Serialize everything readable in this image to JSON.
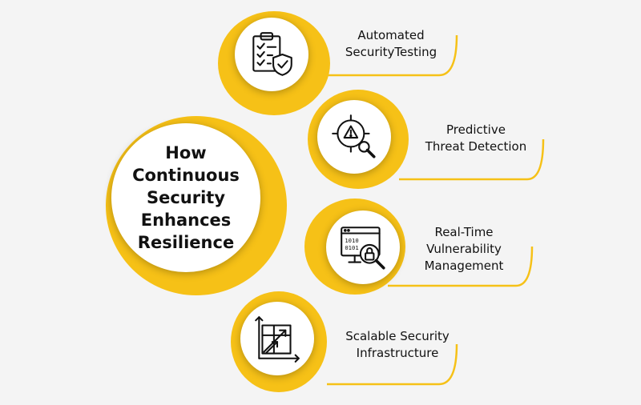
{
  "title_lines": [
    "How",
    "Continuous",
    "Security",
    "Enhances",
    "Resilience"
  ],
  "items": [
    {
      "icon": "clipboard-shield-icon",
      "lines": [
        "Automated",
        "SecurityTesting"
      ]
    },
    {
      "icon": "target-search-icon",
      "lines": [
        "Predictive",
        "Threat Detection"
      ]
    },
    {
      "icon": "monitor-lock-search-icon",
      "lines": [
        "Real-Time",
        "Vulnerability",
        "Management"
      ]
    },
    {
      "icon": "growth-chart-icon",
      "lines": [
        "Scalable Security",
        "Infrastructure"
      ]
    }
  ],
  "colors": {
    "accent": "#f6c117",
    "background": "#f4f4f4",
    "disc": "#ffffff",
    "text": "#111111"
  }
}
